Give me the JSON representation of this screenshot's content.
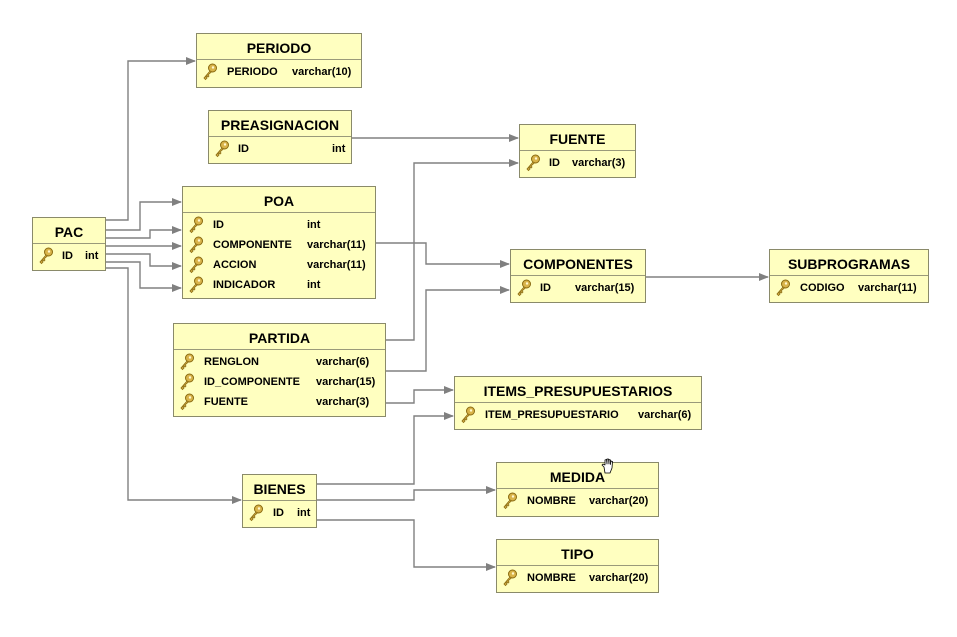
{
  "diagram": {
    "tables": [
      {
        "id": "PERIODO",
        "title": "PERIODO",
        "columns": [
          {
            "name": "PERIODO",
            "type": "varchar(10)"
          }
        ]
      },
      {
        "id": "PREASIGNACION",
        "title": "PREASIGNACION",
        "columns": [
          {
            "name": "ID",
            "type": "int"
          }
        ]
      },
      {
        "id": "FUENTE",
        "title": "FUENTE",
        "columns": [
          {
            "name": "ID",
            "type": "varchar(3)"
          }
        ]
      },
      {
        "id": "POA",
        "title": "POA",
        "columns": [
          {
            "name": "ID",
            "type": "int"
          },
          {
            "name": "COMPONENTE",
            "type": "varchar(11)"
          },
          {
            "name": "ACCION",
            "type": "varchar(11)"
          },
          {
            "name": "INDICADOR",
            "type": "int"
          }
        ]
      },
      {
        "id": "PAC",
        "title": "PAC",
        "columns": [
          {
            "name": "ID",
            "type": "int"
          }
        ]
      },
      {
        "id": "COMPONENTES",
        "title": "COMPONENTES",
        "columns": [
          {
            "name": "ID",
            "type": "varchar(15)"
          }
        ]
      },
      {
        "id": "SUBPROGRAMAS",
        "title": "SUBPROGRAMAS",
        "columns": [
          {
            "name": "CODIGO",
            "type": "varchar(11)"
          }
        ]
      },
      {
        "id": "PARTIDA",
        "title": "PARTIDA",
        "columns": [
          {
            "name": "RENGLON",
            "type": "varchar(6)"
          },
          {
            "name": "ID_COMPONENTE",
            "type": "varchar(15)"
          },
          {
            "name": "FUENTE",
            "type": "varchar(3)"
          }
        ]
      },
      {
        "id": "ITEMS_PRESUPUESTARIOS",
        "title": "ITEMS_PRESUPUESTARIOS",
        "columns": [
          {
            "name": "ITEM_PRESUPUESTARIO",
            "type": "varchar(6)"
          }
        ]
      },
      {
        "id": "MEDIDA",
        "title": "MEDIDA",
        "columns": [
          {
            "name": "NOMBRE",
            "type": "varchar(20)"
          }
        ]
      },
      {
        "id": "BIENES",
        "title": "BIENES",
        "columns": [
          {
            "name": "ID",
            "type": "int"
          }
        ]
      },
      {
        "id": "TIPO",
        "title": "TIPO",
        "columns": [
          {
            "name": "NOMBRE",
            "type": "varchar(20)"
          }
        ]
      }
    ],
    "relations": [
      {
        "from": "PAC",
        "to": "PERIODO"
      },
      {
        "from": "PAC",
        "to": "POA"
      },
      {
        "from": "PAC",
        "to": "BIENES"
      },
      {
        "from": "PREASIGNACION",
        "to": "FUENTE"
      },
      {
        "from": "POA",
        "to": "COMPONENTES"
      },
      {
        "from": "COMPONENTES",
        "to": "SUBPROGRAMAS"
      },
      {
        "from": "PARTIDA",
        "to": "FUENTE"
      },
      {
        "from": "PARTIDA",
        "to": "COMPONENTES"
      },
      {
        "from": "PARTIDA",
        "to": "ITEMS_PRESUPUESTARIOS"
      },
      {
        "from": "BIENES",
        "to": "ITEMS_PRESUPUESTARIOS"
      },
      {
        "from": "BIENES",
        "to": "MEDIDA"
      },
      {
        "from": "BIENES",
        "to": "TIPO"
      }
    ],
    "colors": {
      "table_fill": "#ffffc0",
      "table_border": "#8a8a6a",
      "connector": "#808080",
      "key": "#c8a030"
    }
  }
}
